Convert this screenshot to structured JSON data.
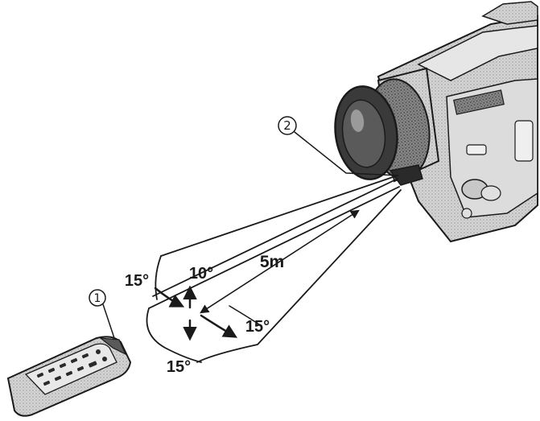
{
  "callouts": {
    "remote": "1",
    "sensor": "2"
  },
  "measurements": {
    "distance": "5m",
    "angle_top": "10°",
    "angle_left": "15°",
    "angle_right": "15°",
    "angle_bottom": "15°"
  },
  "colors": {
    "ink": "#1a1a1a",
    "body": "#d9d9d9",
    "shadow": "#a8a8a8",
    "paper": "#ffffff"
  }
}
